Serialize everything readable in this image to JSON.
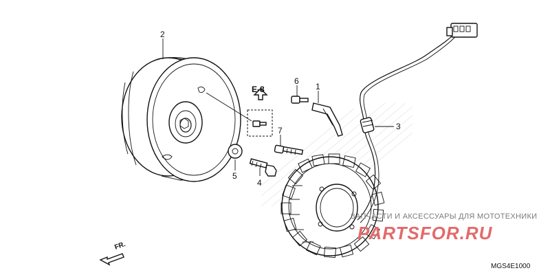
{
  "diagram": {
    "callouts": {
      "c1": "1",
      "c2": "2",
      "c3": "3",
      "c4": "4",
      "c5": "5",
      "c6": "6",
      "c7": "7"
    },
    "reference": "E-8",
    "direction_label": "FR.",
    "diagram_code": "MGS4E1000"
  },
  "watermark": {
    "tagline": "ЗАПЧАСТИ И АКСЕССУАРЫ ДЛЯ МОТОТЕХНИКИ",
    "brand": "PARTSFOR.RU",
    "color": "#e36a6a"
  }
}
